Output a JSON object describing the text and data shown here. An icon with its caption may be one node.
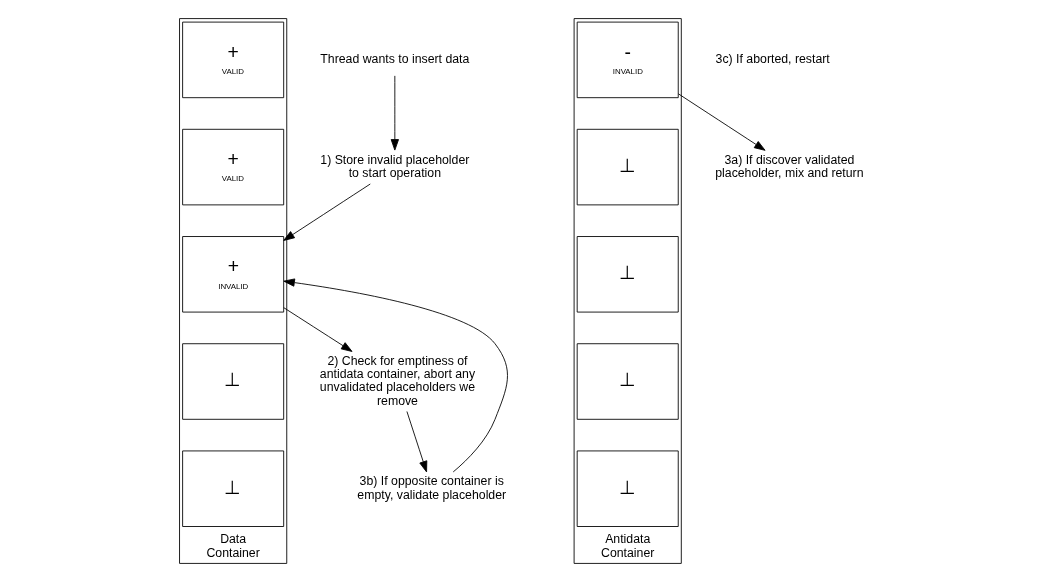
{
  "diagram": {
    "nodes": [
      {
        "text": [
          "Data Container"
        ]
      },
      {
        "text": [
          "+",
          "VALID"
        ],
        "in": 0
      },
      {
        "text": [
          "+",
          "VALID"
        ],
        "in": 0
      },
      {
        "text": [
          "+",
          "INVALID"
        ],
        "in": 0
      },
      {
        "text": [
          "⊥"
        ],
        "in": 0
      },
      {
        "text": [
          "⊥"
        ],
        "in": 0
      },
      {
        "text": [
          "Antidata Container"
        ]
      },
      {
        "text": [
          "-",
          "INVALID"
        ],
        "in": 6
      },
      {
        "text": [
          "⊥"
        ],
        "in": 6
      },
      {
        "text": [
          "⊥"
        ],
        "in": 6
      },
      {
        "text": [
          "⊥"
        ],
        "in": 6
      },
      {
        "text": [
          "⊥"
        ],
        "in": 6
      },
      {
        "text": [
          "Thread wants to insert data"
        ]
      },
      {
        "text": [
          "1) Store invalid placeholder to start operation"
        ]
      },
      {
        "text": [
          "2) Check for emptiness of antidata container, abort any unvalidated placeholders we remove"
        ]
      },
      {
        "text": [
          "3a) If discover validated placeholder, mix and return"
        ]
      },
      {
        "text": [
          "3b) If opposite container is empty, validate placeholder"
        ]
      }
    ],
    "edges": [
      {
        "from": 12,
        "to": 13,
        "arrow": "to"
      },
      {
        "from": 13,
        "to": 3,
        "arrow": "to"
      },
      {
        "from": 3,
        "to": 14,
        "arrow": "to"
      },
      {
        "from": 14,
        "to": 16,
        "arrow": "to"
      },
      {
        "from": 16,
        "to": 3,
        "arrow": "to"
      },
      {
        "from": 7,
        "to": 15,
        "arrow": "to"
      }
    ],
    "labels": [
      "3c) If aborted, restart"
    ]
  }
}
